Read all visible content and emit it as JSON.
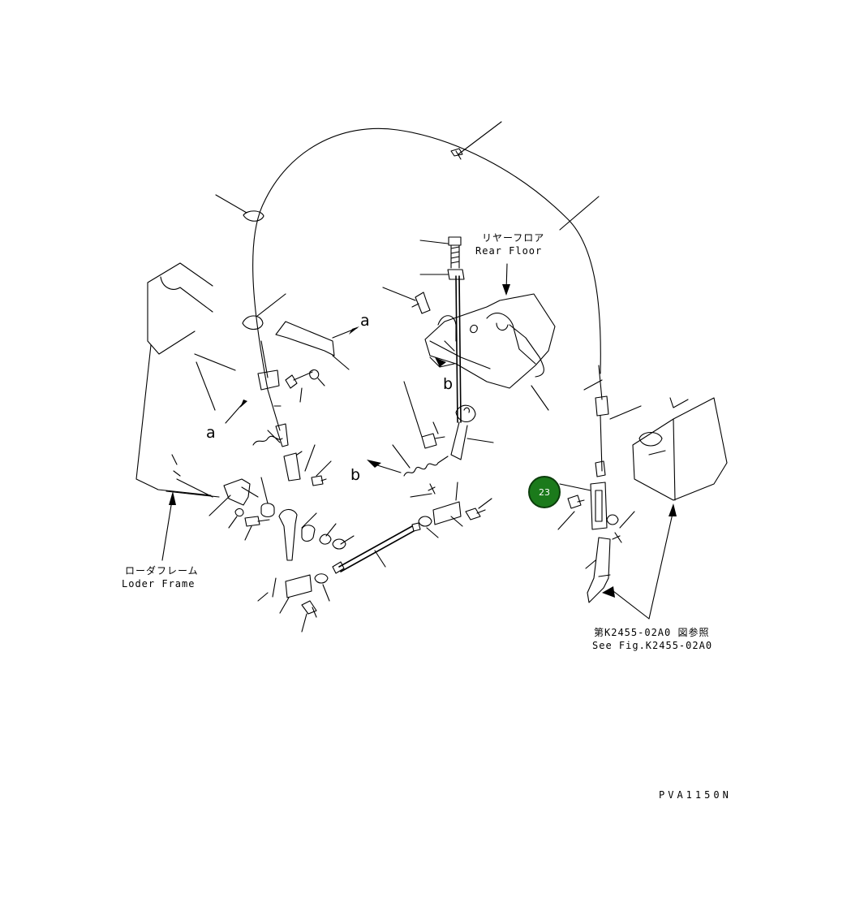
{
  "labels": {
    "rear_floor_jp": "リヤーフロア",
    "rear_floor_en": "Rear Floor",
    "loader_frame_jp": "ローダフレーム",
    "loader_frame_en": "Loder Frame",
    "see_fig_jp": "第K2455-02A0 図参照",
    "see_fig_en": "See Fig.K2455-02A0",
    "drawing_code": "PVA1150N"
  },
  "letters": {
    "a_top": "a",
    "a_left": "a",
    "b_center": "b",
    "b_left": "b"
  },
  "badge": {
    "number": "23",
    "color": "#1b7a1b"
  }
}
